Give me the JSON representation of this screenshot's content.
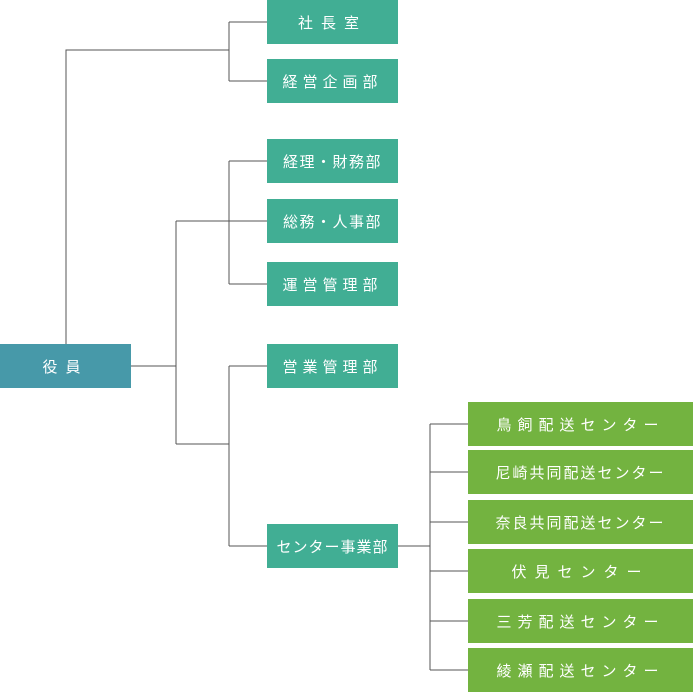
{
  "org": {
    "root": "役員",
    "groups": [
      {
        "departments": [
          "社長室",
          "経営企画部"
        ]
      },
      {
        "departments": [
          "経理・財務部",
          "総務・人事部",
          "運営管理部",
          "営業管理部",
          "センター事業部"
        ]
      }
    ],
    "centers": [
      "鳥飼配送センター",
      "尼崎共同配送センター",
      "奈良共同配送センター",
      "伏見センター",
      "三芳配送センター",
      "綾瀬配送センター"
    ]
  },
  "colors": {
    "root": "#4799a9",
    "department": "#41ae94",
    "center": "#73b340",
    "connector": "#555555"
  }
}
